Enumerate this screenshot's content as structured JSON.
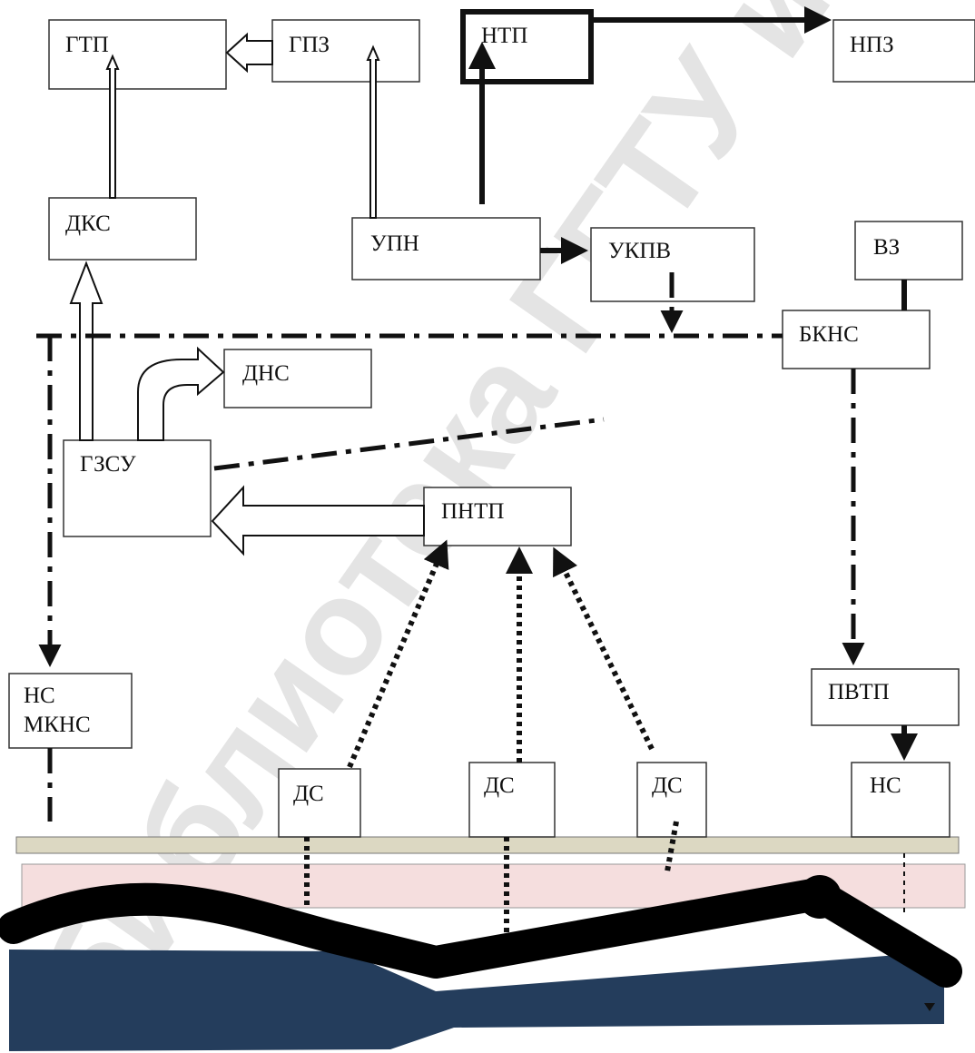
{
  "nodes": {
    "gtp": "ГТП",
    "gpz": "ГПЗ",
    "ntp": "НТП",
    "npz": "НПЗ",
    "dks": "ДКС",
    "upn": "УПН",
    "ukpv": "УКПВ",
    "vz": "ВЗ",
    "bkns": "БКНС",
    "dns": "ДНС",
    "gzsu": "ГЗСУ",
    "pntp": "ПНТП",
    "ns_mkns_line1": "НС",
    "ns_mkns_line2": "МКНС",
    "pvtp": "ПВТП",
    "ds_1": "ДС",
    "ds_2": "ДС",
    "ds_3": "ДС",
    "ns": "НС"
  },
  "watermark": "библиотека ГГТУ имени П.О.Сухого",
  "colors": {
    "ground_surface": "#dcd8c2",
    "ground_layer": "#f5dede",
    "reservoir": "#243d5c",
    "stroke": "#111111",
    "watermark": "#cfcfcf"
  }
}
